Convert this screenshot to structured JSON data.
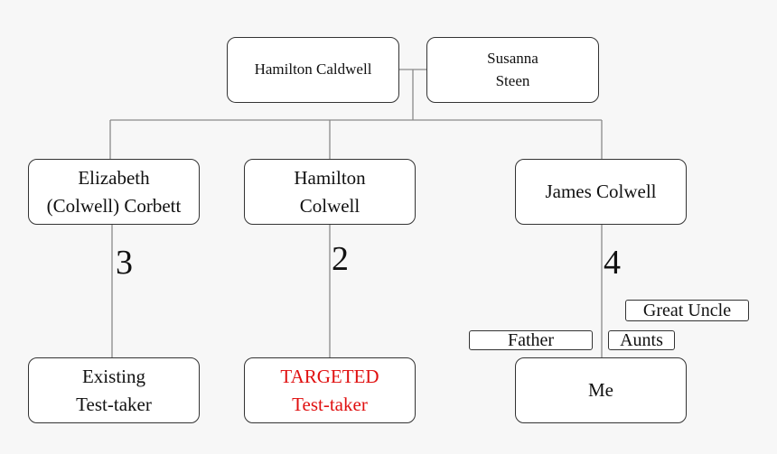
{
  "colors": {
    "line": "#8a8a8a",
    "border": "#333333",
    "target": "#e01010",
    "text": "#111111"
  },
  "people": {
    "hamilton_caldwell": "Hamilton Caldwell",
    "susanna_steen": "Susanna\nSteen",
    "elizabeth": "Elizabeth\n(Colwell) Corbett",
    "hamilton_colwell": "Hamilton\nColwell",
    "james_colwell": "James Colwell",
    "existing": "Existing\nTest-taker",
    "targeted": "TARGETED\nTest-taker",
    "me": "Me"
  },
  "edges": {
    "elizabeth": "3",
    "hamilton": "2",
    "james": "4"
  },
  "tags": {
    "great_uncle": "Great Uncle",
    "father": "Father",
    "aunts": "Aunts"
  }
}
